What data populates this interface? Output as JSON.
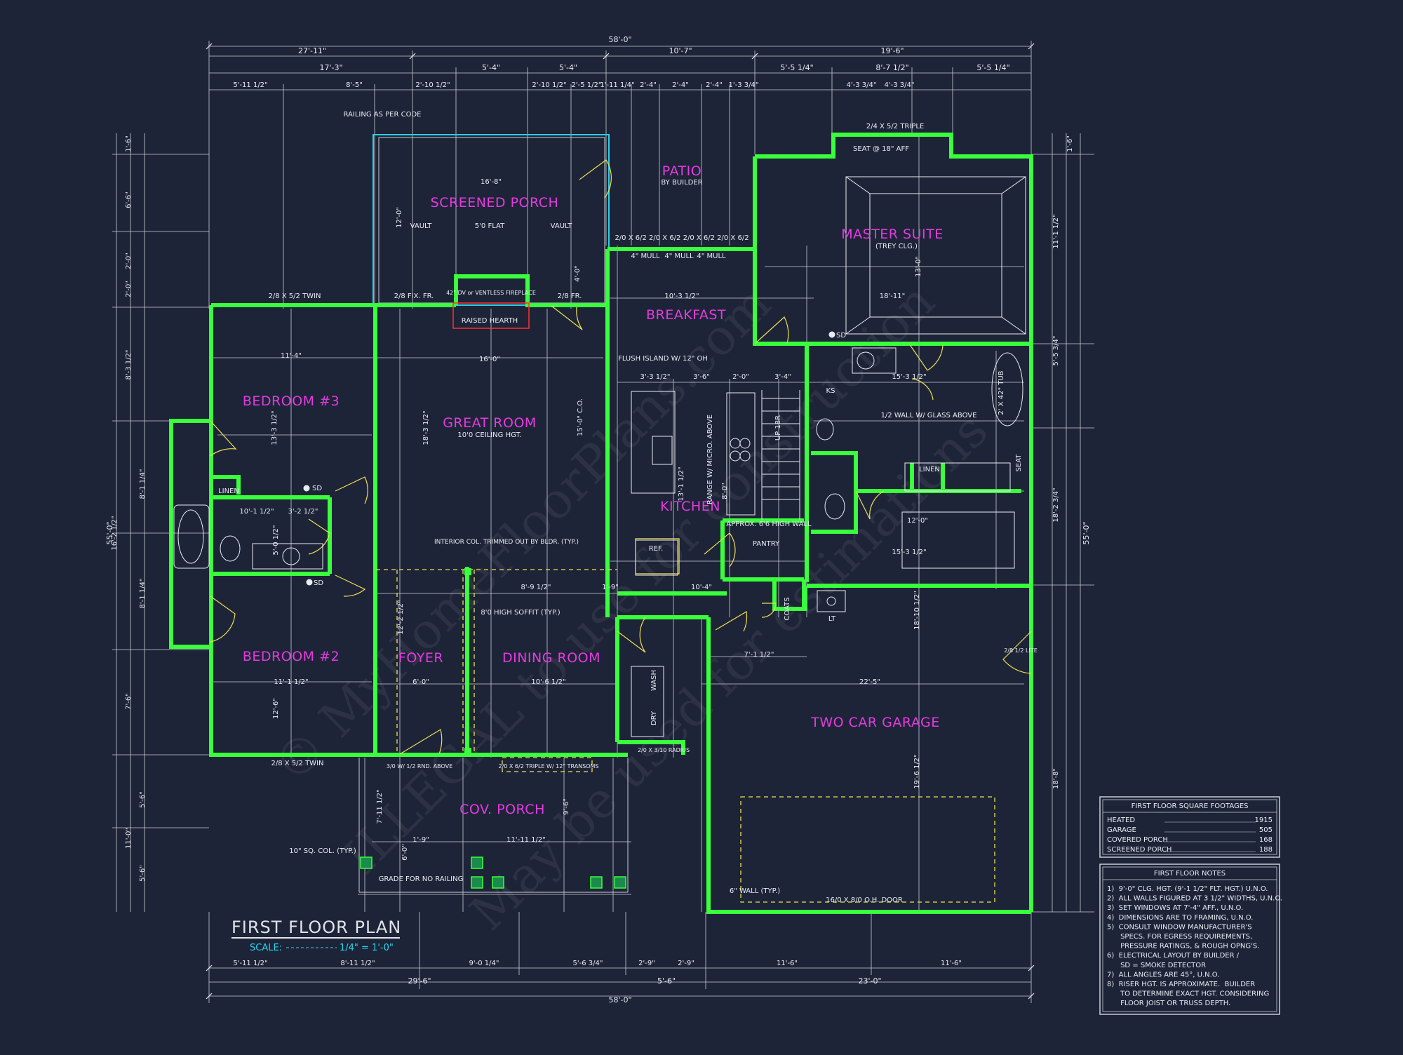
{
  "plan": {
    "title": "FIRST FLOOR PLAN",
    "scale_label": "SCALE:",
    "scale_value": "1/4\" = 1'-0\"",
    "watermark_1": "© MyHomeFloorPlans.com",
    "watermark_2": "ILLEGAL to use for construction",
    "watermark_3": "May be used for estimations"
  },
  "rooms": {
    "screened_porch": "SCREENED PORCH",
    "patio": "PATIO",
    "patio_sub": "BY BUILDER",
    "master_suite": "MASTER SUITE",
    "master_sub": "(TREY CLG.)",
    "breakfast": "BREAKFAST",
    "bedroom3": "BEDROOM #3",
    "great_room": "GREAT ROOM",
    "great_room_sub": "10'0 CEILING HGT.",
    "kitchen": "KITCHEN",
    "bedroom2": "BEDROOM #2",
    "foyer": "FOYER",
    "dining_room": "DINING ROOM",
    "two_car_garage": "TWO CAR GARAGE",
    "cov_porch": "COV. PORCH"
  },
  "labels": {
    "railing": "RAILING AS PER CODE",
    "vault_l": "VAULT",
    "vault_r": "VAULT",
    "flat": "5'0 FLAT",
    "fireplace": "42\" DV or VENTLESS FIREPLACE",
    "hearth": "RAISED HEARTH",
    "flush_island": "FLUSH ISLAND W/ 12\" OH",
    "range": "RANGE W/ MICRO. ABOVE",
    "interior_col": "INTERIOR COL. TRIMMED OUT BY BLDR. (TYP.)",
    "soffit": "8'0 HIGH SOFFIT (TYP.)",
    "pantry": "PANTRY",
    "approx_wall": "APPROX. 6'6 HIGH WALL",
    "ref": "REF.",
    "wash": "WASH",
    "dry": "DRY",
    "coats": "COATS",
    "lt": "LT",
    "seat_aff": "SEAT @ 18\" AFF",
    "triple": "2/4 X 5/2 TRIPLE",
    "half_wall": "1/2 WALL W/ GLASS ABOVE",
    "linen_l": "LINEN",
    "linen_r": "LINEN",
    "sd_1": "SD",
    "sd_2": "SD",
    "sd_3": "SD",
    "sq_col": "10\" SQ. COL. (TYP.)",
    "grade": "GRADE FOR NO RAILING",
    "wall_typ": "6\" WALL (TYP.)",
    "oh_door": "16/0 X 8/0 O.H. DOOR",
    "transoms": "2/0 X 6/2 TRIPLE W/ 12\" TRANSOMS",
    "rnd_above": "3/0 W/ 1/2 RND. ABOVE",
    "twin_l": "2/8 X 5/2 TWIN",
    "twin_b": "2/8 X 5/2 TWIN",
    "fix_fr": "2/8 FIX. FR.",
    "fr": "2/8 FR.",
    "mull_1": "4\" MULL",
    "mull_2": "4\" MULL",
    "mull_3": "4\" MULL",
    "win_row": "2/0 X 6/2   2/0 X 6/2   2/0 X 6/2   2/0 X 6/2",
    "radius": "2/0 X 3/10 RADIUS",
    "up": "UP 18R",
    "seat_r": "SEAT",
    "tub": "2' X 42\" TUB",
    "ks": "KS",
    "garage_door_lite": "2/8 1/2 LITE"
  },
  "dimensions": {
    "overall_top": "58'-0\"",
    "overall_bottom": "58'-0\"",
    "overall_left": "55'-0\"",
    "overall_right": "55'-0\"",
    "top_row1": [
      "27'-11\"",
      "10'-7\"",
      "19'-6\""
    ],
    "top_row2": [
      "17'-3\"",
      "5'-4\"",
      "5'-4\"",
      "5'-5 1/4\"",
      "8'-7 1/2\"",
      "5'-5 1/4\""
    ],
    "top_row3": [
      "5'-11 1/2\"",
      "8'-5\"",
      "2'-10 1/2\"",
      "2'-10 1/2\"",
      "2'-5 1/2\"",
      "1'-11 1/4\"",
      "2'-4\"",
      "2'-4\"",
      "2'-4\"",
      "1'-3 3/4\"",
      "4'-3 3/4\"",
      "4'-3 3/4\""
    ],
    "bottom_row1": [
      "5'-11 1/2\"",
      "8'-11 1/2\"",
      "9'-0 1/4\"",
      "5'-6 3/4\"",
      "2'-9\"",
      "2'-9\"",
      "11'-6\"",
      "11'-6\""
    ],
    "bottom_row2": [
      "29'-6\"",
      "5'-6\"",
      "23'-0\""
    ],
    "left_col": [
      "1'-6\"",
      "6'-6\"",
      "2'-0\"",
      "2'-0\"",
      "8'-3 1/2\"",
      "8'-1 1/4\"",
      "16'-2 1/2\"",
      "8'-1 1/4\"",
      "7'-6\"",
      "5'-6\"",
      "11'-0\"",
      "5'-6\""
    ],
    "right_col": [
      "1'-6\"",
      "11'-1 1/2\"",
      "5'-5 3/4\"",
      "18'-2 3/4\"",
      "18'-8\""
    ],
    "interior": [
      "16'-8\"",
      "12'-0\"",
      "4'-0\"",
      "10'-3 1/2\"",
      "18'-11\"",
      "13'-0\"",
      "11'-4\"",
      "13'-3 1/2\"",
      "16'-0\"",
      "18'-3 1/2\"",
      "15'-0\" C.O.",
      "3'-3 1/2\"",
      "3'-6\"",
      "2'-0\"",
      "3'-4\"",
      "15'-3 1/2\"",
      "13'-1 1/2\"",
      "10'-1 1/2\"",
      "3'-2 1/2\"",
      "5'-0 1/2\"",
      "12'-2 1/2\"",
      "8'-9 1/2\"",
      "1'-9\"",
      "10'-4\"",
      "6'-0\"",
      "10'-6 1/2\"",
      "11'-1 1/2\"",
      "12'-6\"",
      "7'-1 1/2\"",
      "22'-5\"",
      "19'-6 1/2\"",
      "18'-10 1/2\"",
      "1'-9\"",
      "11'-11 1/2\"",
      "7'-11 1/2\"",
      "12'-0\"",
      "15'-3 1/2\"",
      "9'-6\"",
      "8'-0\"",
      "6'-0\""
    ]
  },
  "square_footages": {
    "title": "FIRST FLOOR SQUARE FOOTAGES",
    "rows": [
      {
        "label": "HEATED",
        "value": "1915"
      },
      {
        "label": "GARAGE",
        "value": "505"
      },
      {
        "label": "COVERED PORCH",
        "value": "168"
      },
      {
        "label": "SCREENED PORCH",
        "value": "188"
      }
    ]
  },
  "notes": {
    "title": "FIRST FLOOR NOTES",
    "items": [
      "1)  9'-0\" CLG. HGT. (9'-1 1/2\" FLT. HGT.) U.N.O.",
      "2)  ALL WALLS FIGURED AT 3 1/2\" WIDTHS, U.N.O.",
      "3)  SET WINDOWS AT 7'-4\" AFF., U.N.O.",
      "4)  DIMENSIONS ARE TO FRAMING, U.N.O.",
      "5)  CONSULT WINDOW MANUFACTURER'S",
      "      SPECS. FOR EGRESS REQUIREMENTS,",
      "      PRESSURE RATINGS, & ROUGH OPNG'S.",
      "6)  ELECTRICAL LAYOUT BY BUILDER /",
      "      SD = SMOKE DETECTOR",
      "7)  ALL ANGLES ARE 45°, U.N.O.",
      "8)  RISER HGT. IS APPROXIMATE.  BUILDER",
      "      TO DETERMINE EXACT HGT. CONSIDERING",
      "      FLOOR JOIST OR TRUSS DEPTH."
    ]
  },
  "colors": {
    "background": "#1e2438",
    "wall": "#39ff3c",
    "room_label": "#e43be0",
    "title": "#dfe3ea",
    "scale": "#28d9f0",
    "fireplace": "#ff3030"
  }
}
